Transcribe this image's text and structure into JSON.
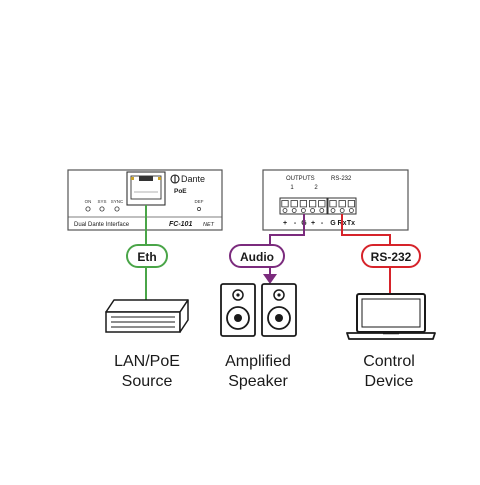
{
  "devices": {
    "left_unit": {
      "brand": "Dante",
      "poe_label": "PoE",
      "leds": [
        "ON",
        "SYS",
        "SYNC"
      ],
      "def_label": "DEF",
      "footer_left": "Dual Dante Interface",
      "footer_right": "FC-101",
      "footer_suffix": "NET"
    },
    "right_unit": {
      "outputs_label": "OUTPUTS",
      "output_1": "1",
      "output_2": "2",
      "rs232_label": "RS-232",
      "pins_audio": [
        "+",
        "-",
        "G",
        "+",
        "-"
      ],
      "pins_serial": [
        "G",
        "Rx",
        "Tx"
      ]
    }
  },
  "connections": [
    {
      "label": "Eth",
      "color": "#4aa548"
    },
    {
      "label": "Audio",
      "color": "#7b2b7d"
    },
    {
      "label": "RS-232",
      "color": "#d6232a"
    }
  ],
  "captions": [
    {
      "line1": "LAN/PoE",
      "line2": "Source"
    },
    {
      "line1": "Amplified",
      "line2": "Speaker"
    },
    {
      "line1": "Control",
      "line2": "Device"
    }
  ],
  "icons": [
    "network-switch-icon",
    "speaker-icon",
    "speaker-icon",
    "laptop-icon"
  ]
}
